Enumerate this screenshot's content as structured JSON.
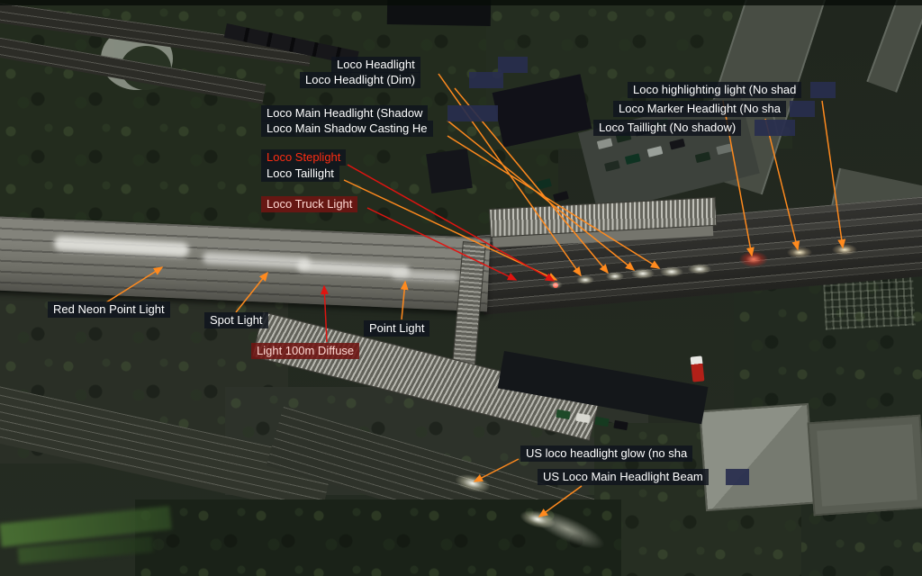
{
  "editor": {
    "view": "night aerial scene with light-object annotations"
  },
  "colors": {
    "arrow_orange": "#ff8a1e",
    "arrow_red": "#e01410",
    "label_bg": "rgba(16,20,30,0.84)",
    "label_maroon_bg": "rgba(112,20,18,0.88)",
    "label_red_text": "#ff2d12"
  },
  "labels": [
    {
      "text": "Loco Headlight",
      "variant": "default"
    },
    {
      "text": "Loco Headlight (Dim)",
      "variant": "default"
    },
    {
      "text": "Loco Main Headlight (Shadow",
      "variant": "default"
    },
    {
      "text": "Loco Main Shadow Casting He",
      "variant": "default"
    },
    {
      "text": "Loco Steplight",
      "variant": "red-text"
    },
    {
      "text": "Loco Taillight",
      "variant": "default"
    },
    {
      "text": "Loco Truck Light",
      "variant": "maroon"
    },
    {
      "text": "Loco highlighting light (No shad",
      "variant": "default"
    },
    {
      "text": "Loco Marker Headlight (No sha",
      "variant": "default"
    },
    {
      "text": "Loco Taillight (No shadow)",
      "variant": "default"
    },
    {
      "text": "Red Neon Point Light",
      "variant": "default"
    },
    {
      "text": "Spot Light",
      "variant": "default"
    },
    {
      "text": "Point Light",
      "variant": "default"
    },
    {
      "text": "Light 100m Diffuse",
      "variant": "maroon"
    },
    {
      "text": "US loco headlight glow (no sha",
      "variant": "default"
    },
    {
      "text": "US Loco Main Headlight Beam",
      "variant": "default"
    }
  ]
}
